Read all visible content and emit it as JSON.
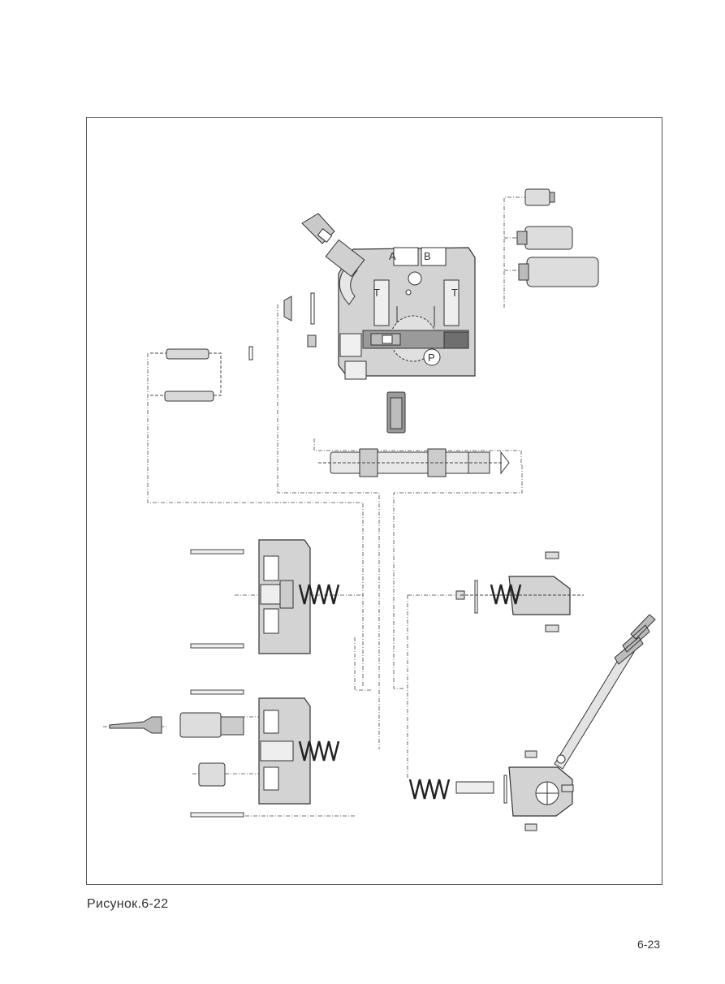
{
  "figure": {
    "caption": "Рисунок.6-22",
    "labels": {
      "port_a": "A",
      "port_b": "B",
      "port_t_left": "T",
      "port_t_right": "T",
      "port_p": "P"
    }
  },
  "page": {
    "number": "6-23"
  }
}
